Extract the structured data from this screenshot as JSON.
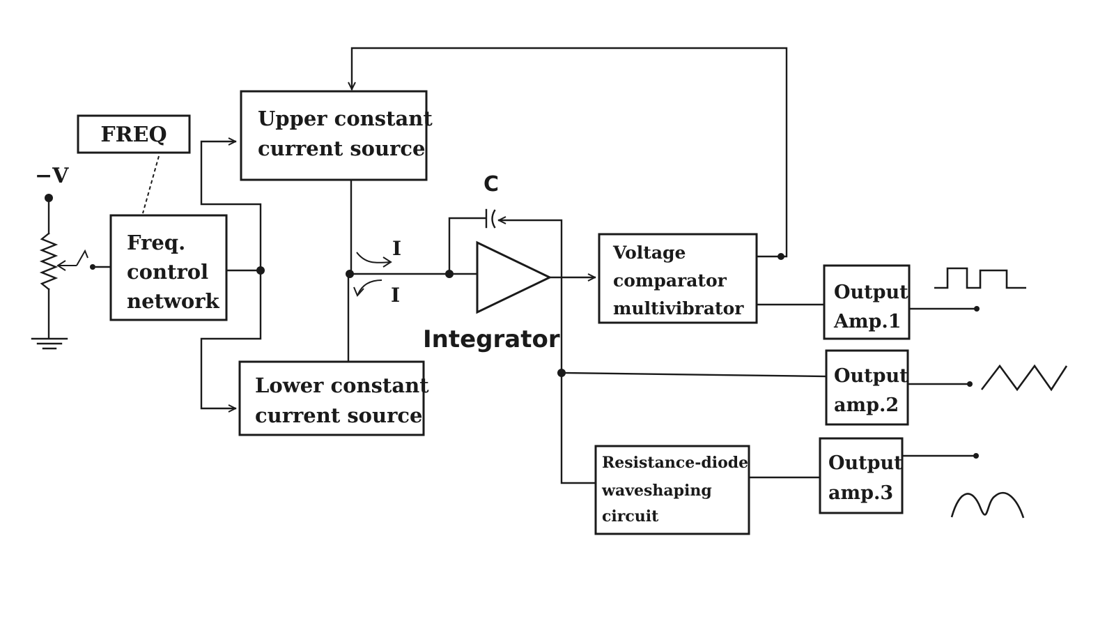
{
  "labels": {
    "freq": "FREQ",
    "minus_v": "−V",
    "capacitor": "C",
    "integrator": "Integrator",
    "current_upper": "I",
    "current_lower": "I"
  },
  "blocks": {
    "upper_source": [
      "Upper constant",
      "current source"
    ],
    "lower_source": [
      "Lower constant",
      "current source"
    ],
    "freq_network": [
      "Freq.",
      "control",
      "network"
    ],
    "comparator": [
      "Voltage",
      "comparator",
      "multivibrator"
    ],
    "out_amp1": [
      "Output",
      "Amp.1"
    ],
    "out_amp2": [
      "Output",
      "amp.2"
    ],
    "out_amp3": [
      "Output",
      "amp.3"
    ],
    "waveshaper": [
      "Resistance-diode",
      "waveshaping",
      "circuit"
    ]
  }
}
